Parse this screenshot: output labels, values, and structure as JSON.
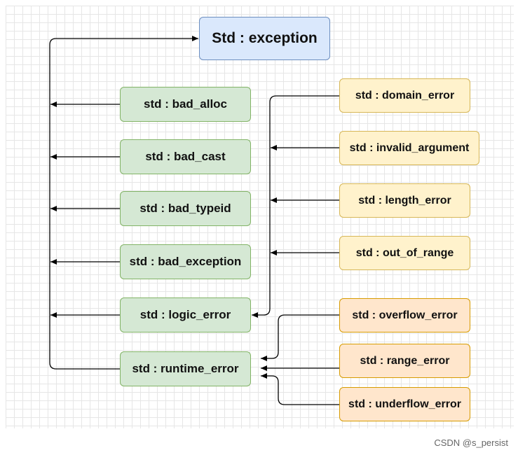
{
  "diagram": {
    "root": "Std : exception",
    "left_nodes": {
      "bad_alloc": "std : bad_alloc",
      "bad_cast": "std : bad_cast",
      "bad_typeid": "std : bad_typeid",
      "bad_exception": "std : bad_exception",
      "logic_error": "std : logic_error",
      "runtime_error": "std : runtime_error"
    },
    "logic_children": {
      "domain_error": "std : domain_error",
      "invalid_argument": "std : invalid_argument",
      "length_error": "std : length_error",
      "out_of_range": "std : out_of_range"
    },
    "runtime_children": {
      "overflow_error": "std : overflow_error",
      "range_error": "std : range_error",
      "underflow_error": "std : underflow_error"
    },
    "colors": {
      "root_fill": "#dae8fc",
      "root_border": "#6c8ebf",
      "green_fill": "#d5e8d4",
      "green_border": "#82b366",
      "yellow_fill": "#fff2cc",
      "yellow_border": "#d6b656",
      "orange_fill": "#ffe6cc",
      "orange_border": "#d79b00",
      "edge": "#000000"
    }
  },
  "watermark": "CSDN @s_persist"
}
